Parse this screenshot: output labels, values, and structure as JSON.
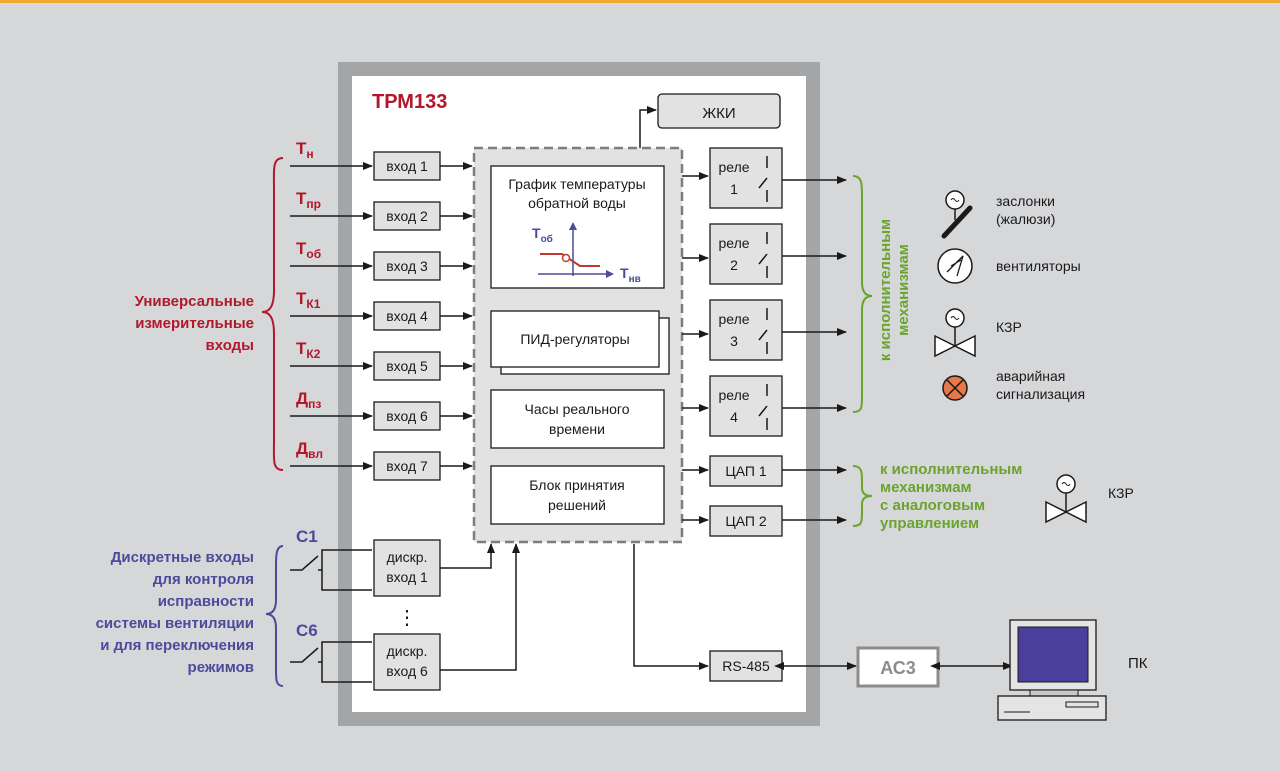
{
  "device": {
    "title": "ТРМ133",
    "lcd": "ЖКИ"
  },
  "sensors": [
    {
      "main": "Т",
      "sub": "н"
    },
    {
      "main": "Т",
      "sub": "пр"
    },
    {
      "main": "Т",
      "sub": "об"
    },
    {
      "main": "Т",
      "sub": "К1"
    },
    {
      "main": "Т",
      "sub": "К2"
    },
    {
      "main": "Д",
      "sub": "пз"
    },
    {
      "main": "Д",
      "sub": "вл"
    }
  ],
  "inputs": [
    "вход 1",
    "вход 2",
    "вход 3",
    "вход 4",
    "вход 5",
    "вход 6",
    "вход 7"
  ],
  "universal_label": [
    "Универсальные",
    "измерительные",
    "входы"
  ],
  "discrete": {
    "switch_labels": [
      "С1",
      "С6"
    ],
    "block1": [
      "дискр.",
      "вход 1"
    ],
    "block6": [
      "дискр.",
      "вход 6"
    ],
    "ellipsis": "⋮",
    "label": [
      "Дискретные входы",
      "для контроля",
      "исправности",
      "системы вентиляции",
      "и для переключения",
      "режимов"
    ]
  },
  "blocks": {
    "graph": [
      "График температуры",
      "обратной воды"
    ],
    "graph_y": {
      "main": "Т",
      "sub": "об"
    },
    "graph_x": {
      "main": "Т",
      "sub": "нв"
    },
    "pid": "ПИД-регуляторы",
    "clock": [
      "Часы реального",
      "времени"
    ],
    "decision": [
      "Блок принятия",
      "решений"
    ]
  },
  "relays": [
    {
      "label": "реле",
      "num": "1"
    },
    {
      "label": "реле",
      "num": "2"
    },
    {
      "label": "реле",
      "num": "3"
    },
    {
      "label": "реле",
      "num": "4"
    }
  ],
  "dacs": [
    "ЦАП 1",
    "ЦАП 2"
  ],
  "rs485": "RS-485",
  "acz": "АС3",
  "pc": "ПК",
  "actuators_label": [
    "к исполнительным",
    "механизмам"
  ],
  "analog_label": [
    "к исполнительным",
    "механизмам",
    "с аналоговым",
    "управлением"
  ],
  "devices": {
    "dampers": [
      "заслонки",
      "(жалюзи)"
    ],
    "fans": "вентиляторы",
    "valve": "КЗР",
    "alarm": [
      "аварийная",
      "сигнализация"
    ],
    "valve2": "КЗР"
  },
  "colors": {
    "accent_line": "#f0a830",
    "sensor_red": "#b2182b",
    "discrete_blue": "#4b4a9b",
    "actuator_green": "#6aa42e",
    "alarm_orange": "#e8784a",
    "pc_screen": "#4a3f9a"
  }
}
